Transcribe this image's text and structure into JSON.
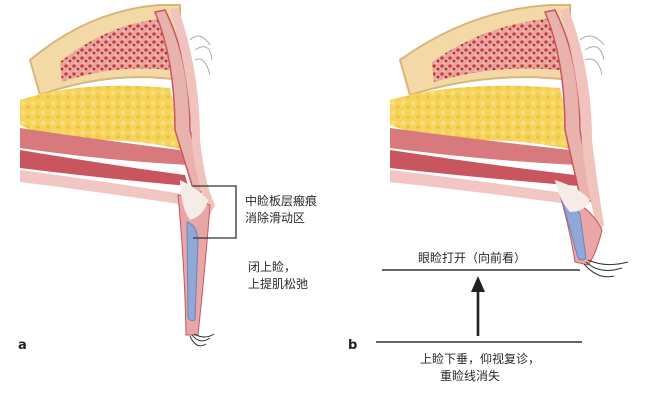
{
  "panel_a": {
    "letter": "a",
    "label_scar_line1": "中睑板层瘢痕",
    "label_scar_line2": "消除滑动区",
    "label_closed_line1": "闭上睑，",
    "label_closed_line2": "上提肌松弛"
  },
  "panel_b": {
    "letter": "b",
    "label_open": "眼睑打开（向前看）",
    "label_droop_line1": "上睑下垂，仰视复诊，",
    "label_droop_line2": "重睑线消失"
  },
  "colors": {
    "bone_fill": "#f3d9a6",
    "marrow": "#c9342f",
    "fat": "#f3c84a",
    "muscle": "#c9555e",
    "skin": "#f2c7c3",
    "tarsus_blue": "#8fa8d6",
    "line": "#333333"
  }
}
